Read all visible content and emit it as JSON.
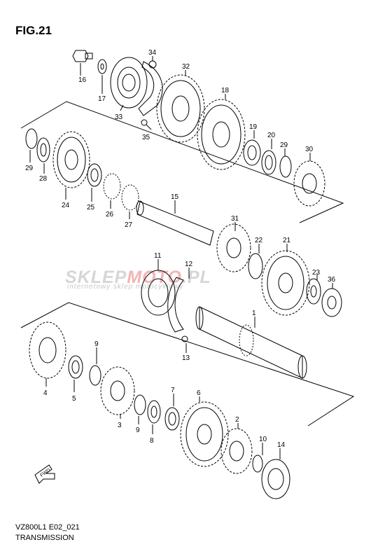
{
  "figure": {
    "title": "FIG.21",
    "code": "VZ800L1 E02_021",
    "subtitle": "TRANSMISSION",
    "fwd_label": "FWD"
  },
  "watermark": {
    "brand_a": "SKLEP",
    "brand_b": "MOTO",
    "brand_c": ".PL",
    "tagline": "internetowy sklep motocyklowy"
  },
  "callouts": {
    "c1": "1",
    "c2": "2",
    "c3": "3",
    "c4": "4",
    "c5": "5",
    "c6": "6",
    "c7": "7",
    "c8": "8",
    "c9a": "9",
    "c9b": "9",
    "c10": "10",
    "c11": "11",
    "c12": "12",
    "c13": "13",
    "c14": "14",
    "c15": "15",
    "c16": "16",
    "c17": "17",
    "c18": "18",
    "c19": "19",
    "c20": "20",
    "c21": "21",
    "c22": "22",
    "c23": "23",
    "c24": "24",
    "c25": "25",
    "c26": "26",
    "c27": "27",
    "c28": "28",
    "c29a": "29",
    "c29b": "29",
    "c30": "30",
    "c31": "31",
    "c32": "32",
    "c33": "33",
    "c34": "34",
    "c35": "35",
    "c36": "36"
  },
  "colors": {
    "line": "#000000",
    "watermark_grey": "#d6d6d6",
    "watermark_red": "#f2b5b5"
  }
}
